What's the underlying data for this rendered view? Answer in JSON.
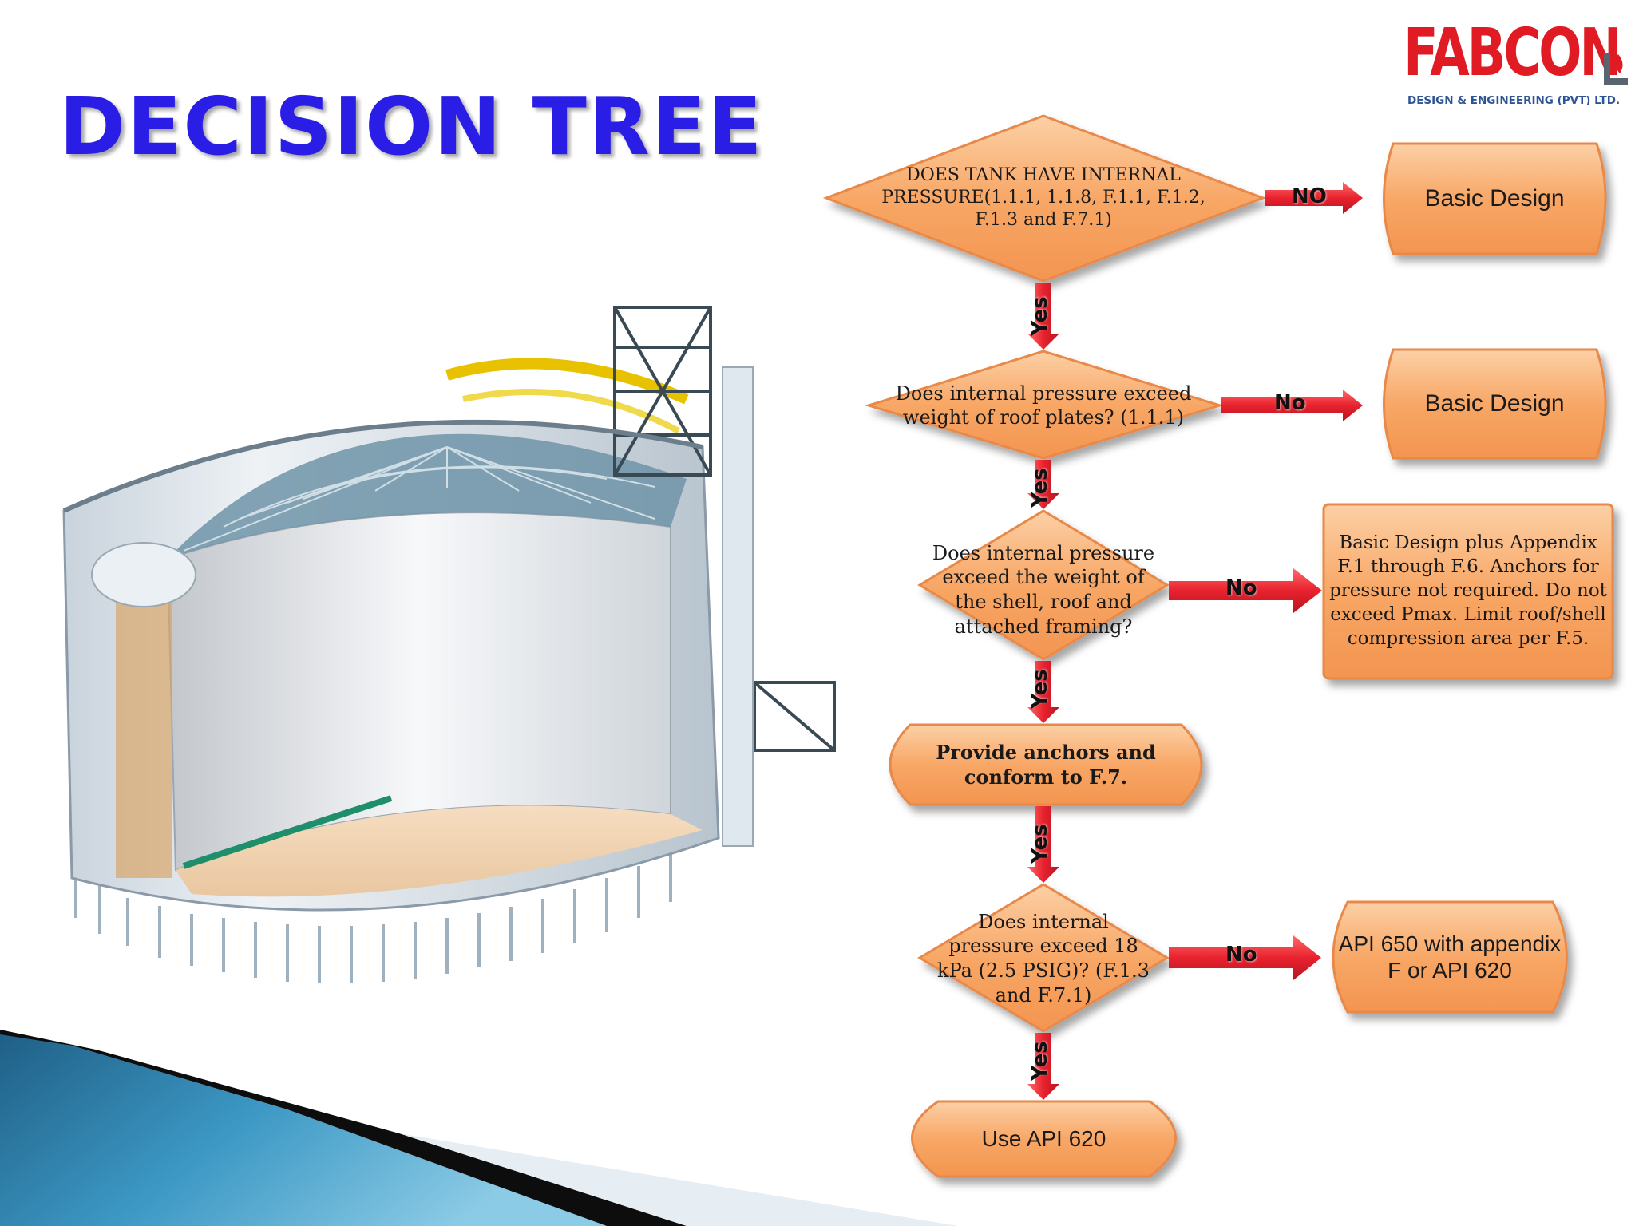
{
  "slide": {
    "title": "DECISION TREE"
  },
  "logo": {
    "name": "FABCON",
    "tagline": "DESIGN & ENGINEERING (PVT) LTD."
  },
  "colors": {
    "title": "#2a1ee6",
    "node_fill": "#f7a86a",
    "node_stroke": "#e8894a",
    "arrow": "#e8222e",
    "logo_red": "#e01b24",
    "logo_blue": "#2f5496"
  },
  "decisions": [
    {
      "id": "d1",
      "text": "DOES TANK HAVE INTERNAL PRESSURE(1.1.1, 1.1.8, F.1.1, F.1.2, F.1.3 and F.7.1)"
    },
    {
      "id": "d2",
      "text": "Does internal pressure exceed weight of roof plates? (1.1.1)"
    },
    {
      "id": "d3",
      "text": "Does internal pressure exceed the weight of the shell, roof and attached framing?"
    },
    {
      "id": "d4",
      "text": "Does internal pressure exceed 18 kPa (2.5 PSIG)? (F.1.3 and F.7.1)"
    }
  ],
  "outcomes": [
    {
      "id": "o1",
      "text": "Basic Design"
    },
    {
      "id": "o2",
      "text": "Basic Design"
    },
    {
      "id": "o3",
      "text": "Basic Design plus Appendix F.1 through F.6. Anchors for pressure not required. Do not exceed Pmax. Limit roof/shell compression area per F.5."
    },
    {
      "id": "p1",
      "text": "Provide anchors and conform to F.7."
    },
    {
      "id": "o4",
      "text": "API 650 with appendix F or API 620"
    },
    {
      "id": "o5",
      "text": "Use API 620"
    }
  ],
  "edges": [
    {
      "from": "d1",
      "to": "o1",
      "label": "NO"
    },
    {
      "from": "d1",
      "to": "d2",
      "label": "Yes"
    },
    {
      "from": "d2",
      "to": "o2",
      "label": "No"
    },
    {
      "from": "d2",
      "to": "d3",
      "label": "Yes"
    },
    {
      "from": "d3",
      "to": "o3",
      "label": "No"
    },
    {
      "from": "d3",
      "to": "p1",
      "label": "Yes"
    },
    {
      "from": "p1",
      "to": "d4",
      "label": "Yes"
    },
    {
      "from": "d4",
      "to": "o4",
      "label": "No"
    },
    {
      "from": "d4",
      "to": "o5",
      "label": "Yes"
    }
  ]
}
